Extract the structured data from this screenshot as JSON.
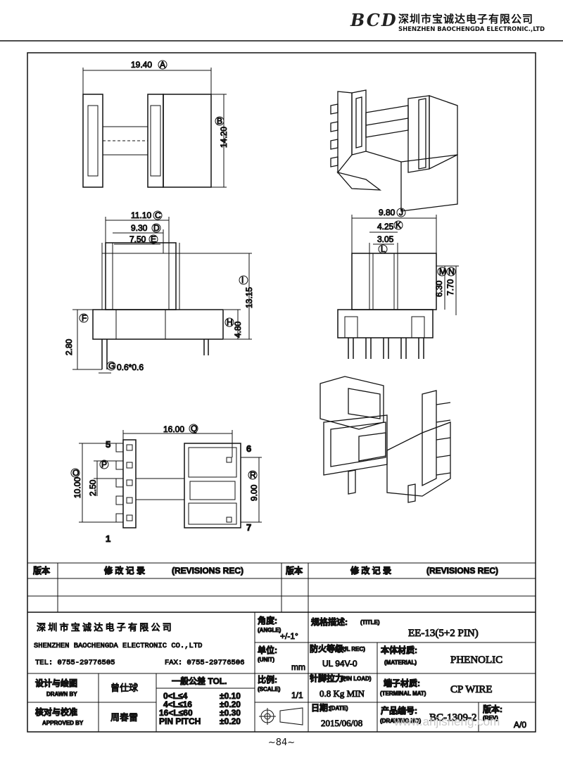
{
  "header": {
    "logo": "BCD",
    "company_cn": "深圳市宝诚达电子有限公司",
    "company_en": "SHENZHEN BAOCHENGDA ELECTRONIC.,LTD"
  },
  "dimensions": {
    "A": "19.40",
    "B": "14.20",
    "C": "11.10",
    "D": "9.30",
    "E": "7.50",
    "F": "F",
    "I": "13.15",
    "H": "4.80",
    "side_2_80": "2.80",
    "G": "0.6*0.6",
    "J": "9.80",
    "K": "4.25",
    "L": "3.05",
    "M": "6.30",
    "N": "7.70",
    "Q": "16.00",
    "O": "10.00",
    "P": "2.50",
    "R": "9.00"
  },
  "pins": {
    "p5": "5",
    "p1": "1",
    "p6": "6",
    "p7": "7"
  },
  "revisions": {
    "col_ver": "版本",
    "col_rec_cn": "修 改 记 录",
    "col_rec_en": "(REVISIONS REC)"
  },
  "title_block": {
    "company_cn": "深 圳 市 宝 诚 达 电 子 有 限 公 司",
    "company_en": "SHENZHEN BAOCHENGDA ELECTRONIC CO.,LTD",
    "tel": "TEL: 0755-29776505",
    "fax": "FAX: 0755-29776506",
    "angle_cn": "角度:",
    "angle_en": "(ANGLE)",
    "angle_val": "+/-1°",
    "unit_cn": "单位:",
    "unit_en": "(UNIT)",
    "unit_val": "mm",
    "scale_cn": "比例:",
    "scale_en": "(SCALE)",
    "scale_val": "1/1",
    "title_cn": "规格描述:",
    "title_en": "(TITLE)",
    "title_val": "EE-13(5+2 PIN)",
    "ulrec_cn": "防火等级:",
    "ulrec_en": "(UL REC)",
    "ulrec_val": "UL 94V-0",
    "material_cn": "本体材质:",
    "material_en": "(MATERIAL)",
    "material_val": "PHENOLIC",
    "pinload_cn": "针脚拉力:",
    "pinload_en": "(PIN LOAD)",
    "pinload_val": "0.8 Kg MIN",
    "terminal_cn": "端子材质:",
    "terminal_en": "(TERMINAL MAT)",
    "terminal_val": "CP WIRE",
    "date_cn": "日期:",
    "date_en": "(DATE)",
    "date_val": "2015/06/08",
    "drawing_cn": "产品编号:",
    "drawing_en": "(DRAWING NO)",
    "drawing_val": "BC-1309-2",
    "rev_cn": "版本:",
    "rev_en": "(REV)",
    "rev_val": "A/0",
    "drawn_cn": "设计与绘图",
    "drawn_en": "DRAWN BY",
    "drawn_val": "曾仕球",
    "approved_cn": "核对与校准",
    "approved_en": "APPROVED BY",
    "approved_val": "周春雷",
    "tol_title": "一般公差 TOL.",
    "tol_rows": [
      {
        "range": "0<L≤4",
        "value": "±0.10"
      },
      {
        "range": "4<L≤16",
        "value": "±0.20"
      },
      {
        "range": "16<L≤60",
        "value": "±0.30"
      },
      {
        "range": "PIN PITCH",
        "value": "±0.20"
      }
    ]
  },
  "footer": {
    "page_number": "~84~",
    "watermark": "www.ahjisheng.com"
  }
}
